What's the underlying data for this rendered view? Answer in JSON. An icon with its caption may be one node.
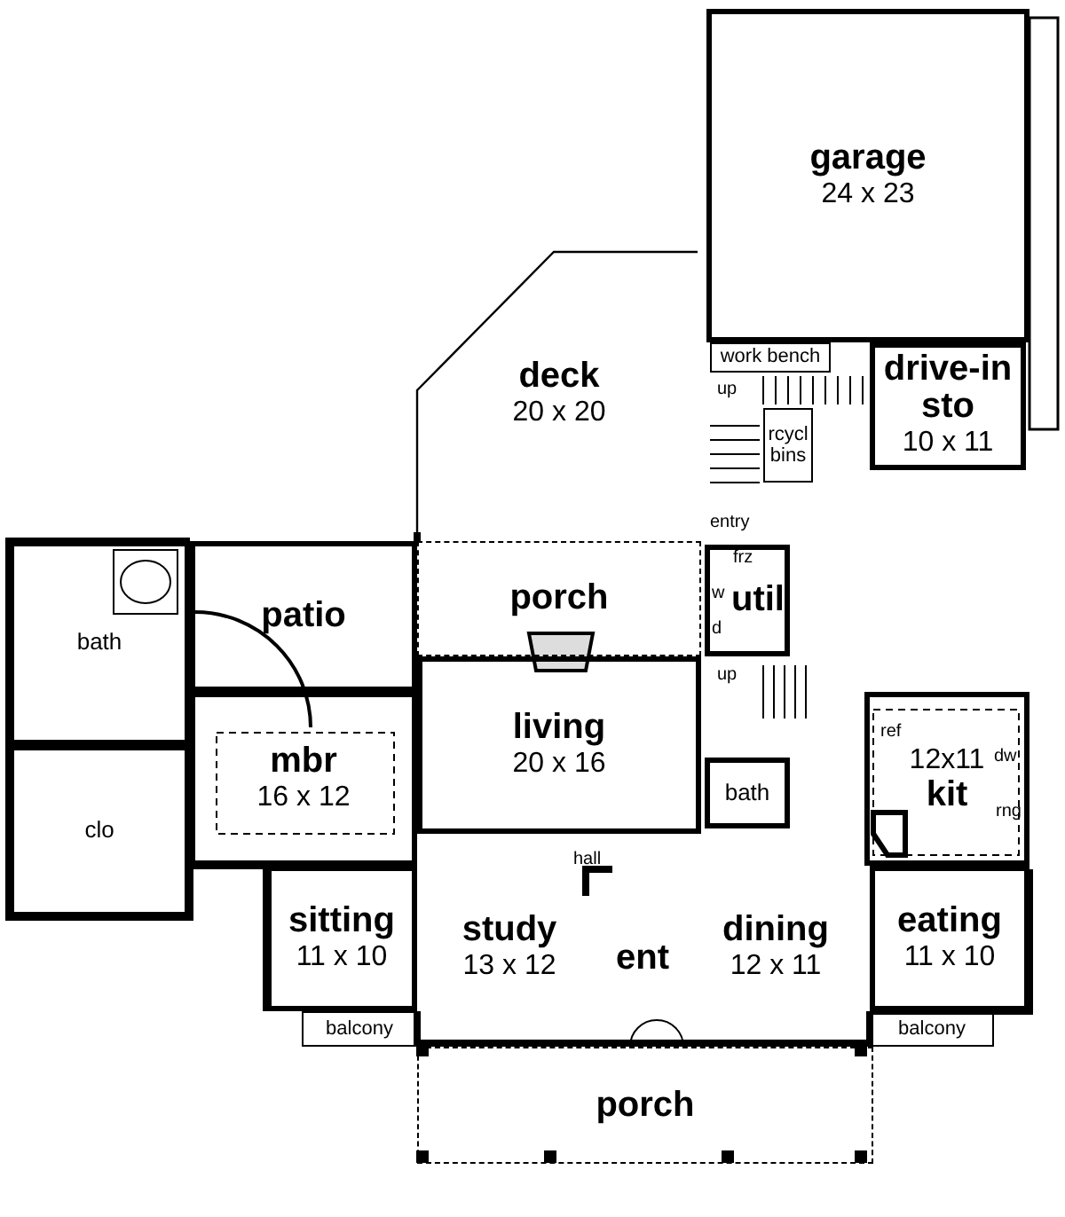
{
  "diagram": {
    "nodes": [
      {
        "text": [
          "garage",
          "24 x 23"
        ]
      },
      {
        "text": [
          "work bench"
        ]
      },
      {
        "text": [
          "drive-in sto",
          "10 x 11"
        ]
      },
      {
        "text": [
          "deck",
          "20 x 20"
        ]
      },
      {
        "text": [
          "rcycl bins"
        ]
      },
      {
        "text": [
          "bath"
        ]
      },
      {
        "text": [
          "patio"
        ]
      },
      {
        "text": [
          "porch"
        ]
      },
      {
        "text": [
          "util"
        ]
      },
      {
        "text": [
          "mbr",
          "16 x 12"
        ]
      },
      {
        "text": [
          "living",
          "20 x 16"
        ]
      },
      {
        "text": [
          "clo"
        ]
      },
      {
        "text": [
          "bath"
        ]
      },
      {
        "text": [
          "12x11",
          "kit"
        ]
      },
      {
        "text": [
          "sitting",
          "11 x 10"
        ]
      },
      {
        "text": [
          "study",
          "13 x 12"
        ]
      },
      {
        "text": [
          "ent"
        ]
      },
      {
        "text": [
          "dining",
          "12 x 11"
        ]
      },
      {
        "text": [
          "eating",
          "11 x 10"
        ]
      },
      {
        "text": [
          "balcony"
        ]
      },
      {
        "text": [
          "balcony"
        ]
      },
      {
        "text": [
          "porch"
        ]
      }
    ],
    "labels": [
      "up",
      "entry",
      "frz",
      "w",
      "d",
      "up",
      "ref",
      "dw",
      "rng",
      "hall"
    ]
  }
}
